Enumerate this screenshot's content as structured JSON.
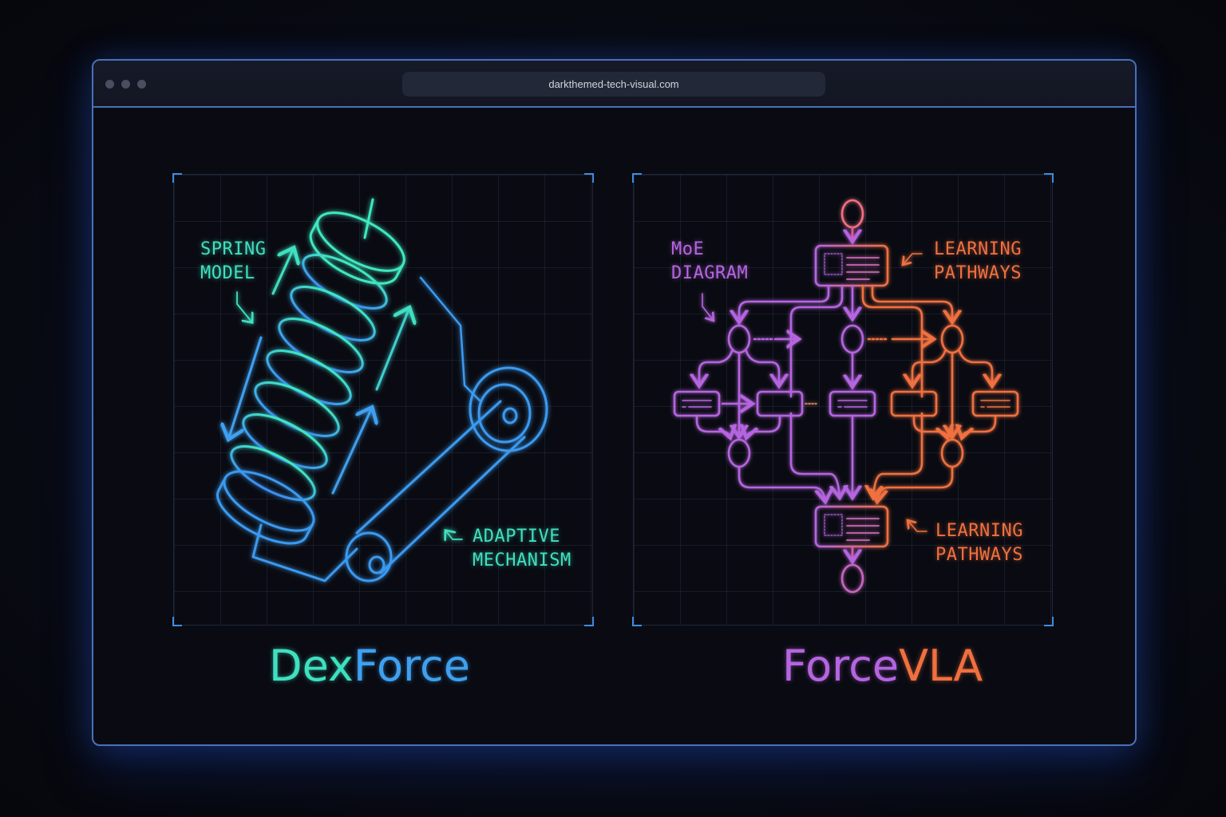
{
  "browser": {
    "url": "darkthemed-tech-visual.com",
    "window_controls": [
      "dot",
      "dot",
      "dot"
    ]
  },
  "left_panel": {
    "labels": {
      "spring_model": "SPRING\nMODEL",
      "adaptive_mechanism": "ADAPTIVE\nMECHANISM"
    },
    "title_part1": "Dex",
    "title_part2": "Force",
    "colors": {
      "teal": "#3fe0c0",
      "blue": "#3fa0f0"
    }
  },
  "right_panel": {
    "labels": {
      "moe_diagram": "MoE\nDIAGRAM",
      "learning_pathways_top": "LEARNING\nPATHWAYS",
      "learning_pathways_bottom": "LEARNING\nPATHWAYS"
    },
    "title_part1": "Force",
    "title_part2": "VLA",
    "colors": {
      "purple": "#b565e0",
      "orange": "#f0703f"
    }
  },
  "frame_accent": "#4a70b8"
}
